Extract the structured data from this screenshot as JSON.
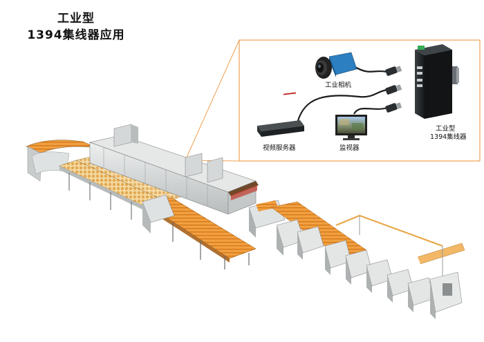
{
  "title": {
    "line1": "工业型",
    "line2": "1394集线器应用"
  },
  "inset": {
    "camera_label": "工业相机",
    "server_label": "视频服务器",
    "monitor_label": "监视器",
    "hub_label_line1": "工业型",
    "hub_label_line2": "1394集线器"
  },
  "colors": {
    "callout_border": "#f0a050",
    "machine_body": "#d9dcdc",
    "machine_shadow": "#a9aeae",
    "conveyor_orange": "#e98b2e",
    "cookie_yellow": "#e7b45a",
    "hub_body": "#1e2224",
    "cable": "#1a1a1a"
  }
}
